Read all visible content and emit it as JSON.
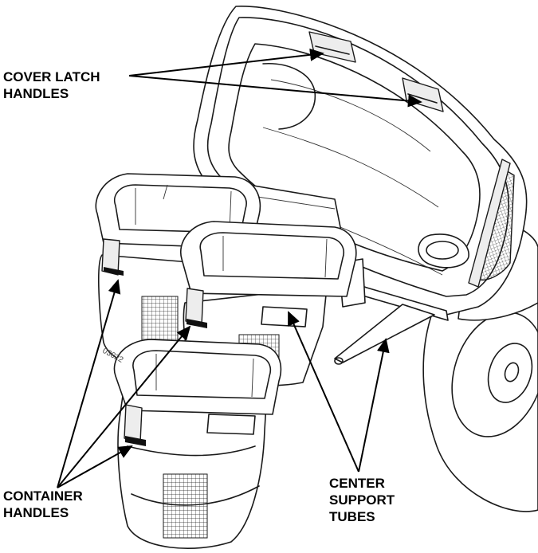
{
  "labels": {
    "cover_latch_line1": "COVER LATCH",
    "cover_latch_line2": "HANDLES",
    "container_line1": "CONTAINER",
    "container_line2": "HANDLES",
    "center_line1": "CENTER",
    "center_line2": "SUPPORT",
    "center_line3": "TUBES",
    "figure_code": "03022"
  }
}
